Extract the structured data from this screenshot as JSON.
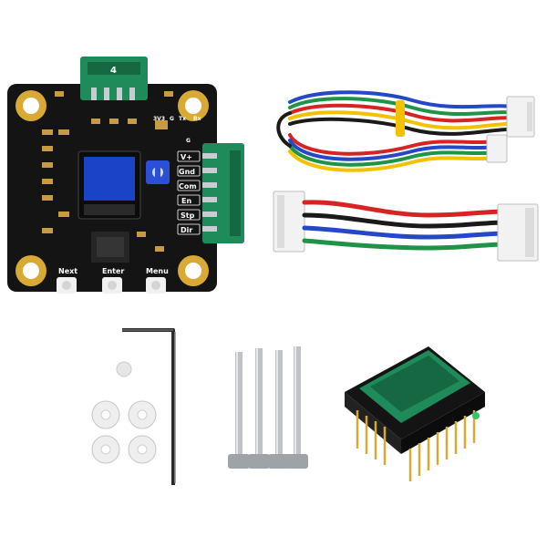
{
  "product": {
    "items": [
      "driver-board",
      "5-pin-cable",
      "4-pin-cable",
      "allen-key",
      "washers",
      "screws",
      "adapter-board"
    ]
  },
  "board": {
    "pins_top": [
      "3V3",
      "G",
      "Tx",
      "Rx"
    ],
    "pin_g": "G",
    "pins_right": [
      "V+",
      "Gnd",
      "Com",
      "En",
      "Stp",
      "Dir"
    ],
    "buttons": [
      "Next",
      "Enter",
      "Menu"
    ],
    "connector_mark": "4"
  },
  "colors": {
    "pcb": "#141414",
    "connector": "#1f8a5a",
    "oled": "#1a44c8",
    "pot": "#2b4fd6",
    "gold": "#d8a935",
    "wire_red": "#d62424",
    "wire_blue": "#2548c9",
    "wire_green": "#1f9448",
    "wire_black": "#1a1a1a",
    "wire_yellow": "#f2c200"
  }
}
